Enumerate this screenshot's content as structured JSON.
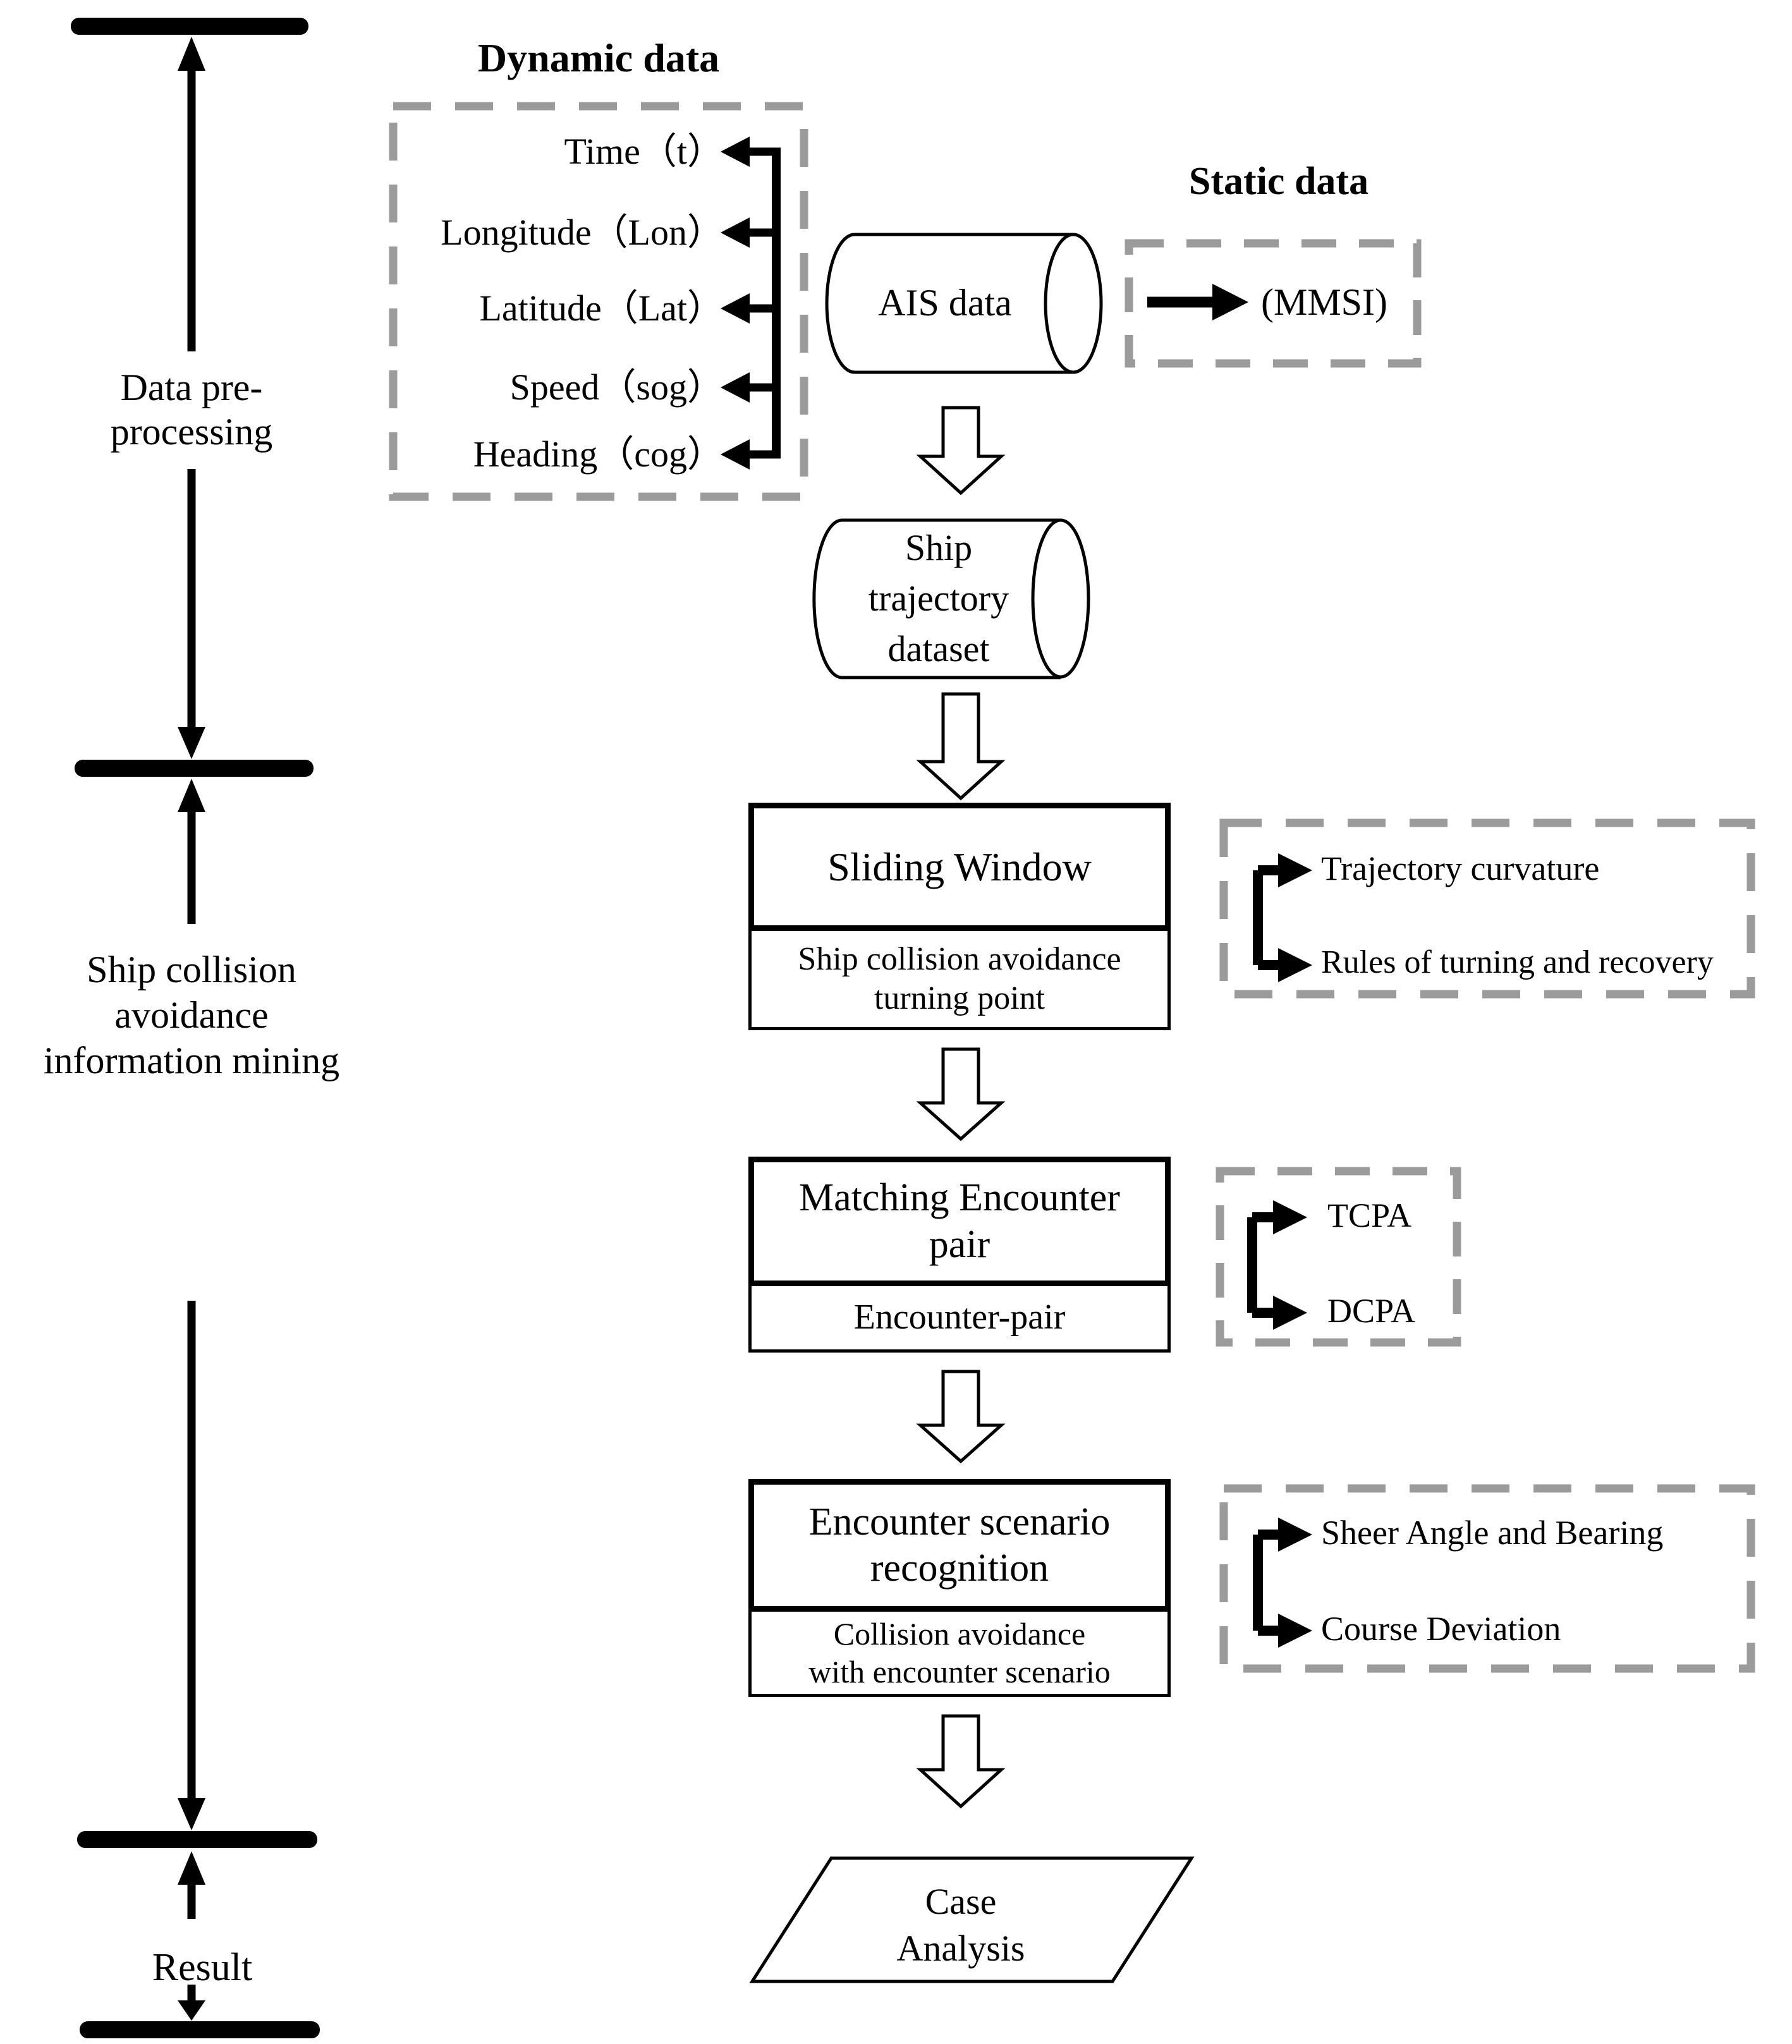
{
  "figure": {
    "phases": [
      {
        "label": "Data pre-\nprocessing"
      },
      {
        "label": "Ship collision\navoidance\ninformation mining"
      },
      {
        "label": "Result"
      }
    ],
    "dynamic_data": {
      "title": "Dynamic data",
      "items": [
        {
          "label": "Time（t）"
        },
        {
          "label": "Longitude（Lon）"
        },
        {
          "label": "Latitude（Lat）"
        },
        {
          "label": "Speed（sog）"
        },
        {
          "label": "Heading（cog）"
        }
      ]
    },
    "static_data": {
      "title": "Static data",
      "value": "(MMSI)"
    },
    "datastores": {
      "ais": {
        "label": "AIS data"
      },
      "trajectory": {
        "label": "Ship\ntrajectory\ndataset"
      }
    },
    "steps": [
      {
        "title": "Sliding Window",
        "output": "Ship collision avoidance\nturning point",
        "factors": [
          {
            "label": "Trajectory curvature"
          },
          {
            "label": "Rules of turning and recovery"
          }
        ]
      },
      {
        "title": "Matching Encounter\npair",
        "output": "Encounter-pair",
        "factors": [
          {
            "label": "TCPA"
          },
          {
            "label": "DCPA"
          }
        ]
      },
      {
        "title": "Encounter scenario\nrecognition",
        "output": "Collision avoidance\nwith encounter scenario",
        "factors": [
          {
            "label": "Sheer Angle and Bearing"
          },
          {
            "label": "Course Deviation"
          }
        ]
      }
    ],
    "terminal": {
      "label": "Case\nAnalysis"
    },
    "colors": {
      "ink": "#000000",
      "dash": "#9b9b9b",
      "background": "#ffffff"
    }
  }
}
